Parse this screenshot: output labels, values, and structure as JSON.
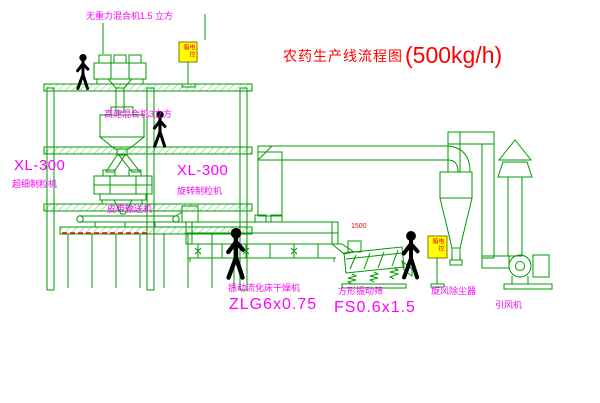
{
  "title": {
    "main": "农药生产线流程图",
    "capacity": "(500kg/h)"
  },
  "labels": {
    "gravity_mixer": "无重力混合机1.5 立方",
    "high_speed_mixer": "高速混合机3立方",
    "granulator_left_model": "XL-300",
    "granulator_left_name": "超细制粒机",
    "granulator_right_model": "XL-300",
    "granulator_right_name": "旋转制粒机",
    "belt_conveyor": "皮带输送机",
    "dryer_name": "振动流化床干燥机",
    "dryer_model": "ZLG6x0.75",
    "screen_name": "方形振动筛",
    "screen_model": "FS0.6x1.5",
    "cyclone_name": "旋风除尘器",
    "fan_name": "引风机",
    "screen_dim": "1500",
    "control_box": "电控箱"
  },
  "colors": {
    "line": "#009900",
    "label": "#ff00ff",
    "title": "#ff0000",
    "panel": "#ffff00",
    "figure": "#000000",
    "alert": "#ff0000"
  }
}
